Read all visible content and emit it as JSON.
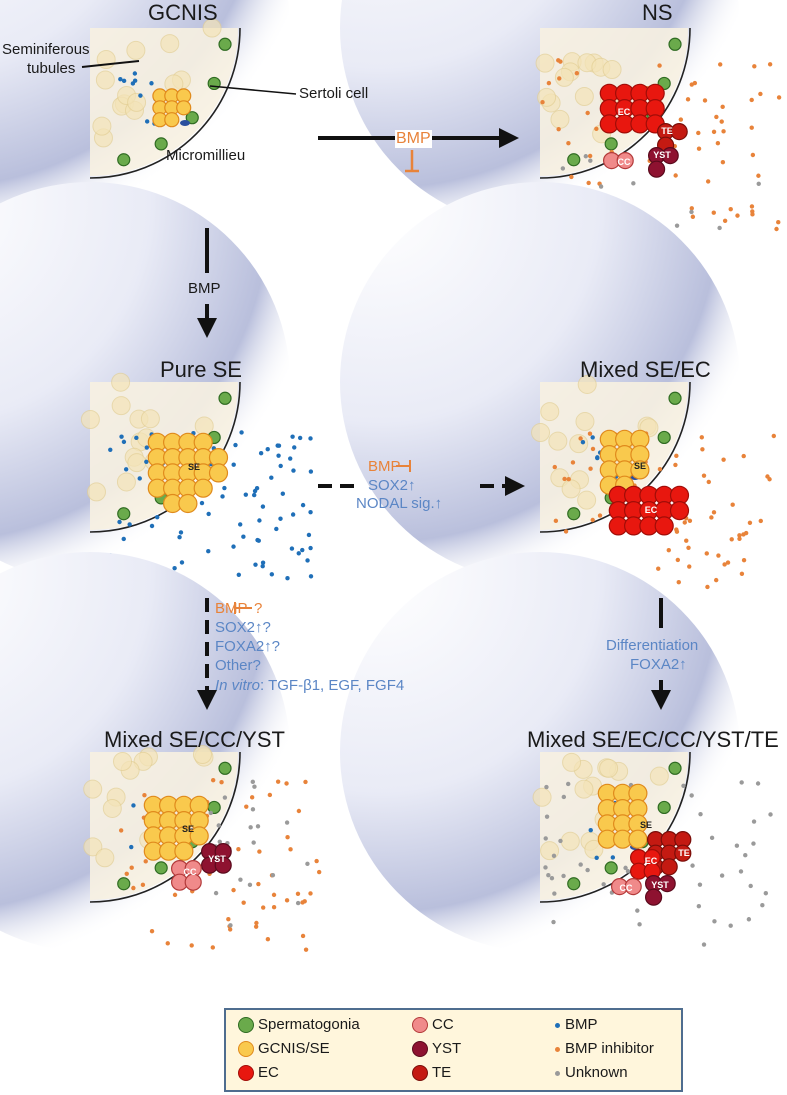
{
  "panels": {
    "gcnis": {
      "title": "GCNIS",
      "seminiferous": "Seminiferous",
      "tubules": "tubules",
      "sertoli": "Sertoli cell",
      "micromilieu": "Micromillieu"
    },
    "ns": {
      "title": "NS",
      "ec": "EC",
      "te": "TE",
      "cc": "CC",
      "yst": "YST"
    },
    "pure_se": {
      "title": "Pure SE",
      "se": "SE"
    },
    "mixed_se_ec": {
      "title": "Mixed SE/EC",
      "se": "SE",
      "ec": "EC"
    },
    "mixed_se_cc_yst": {
      "title": "Mixed SE/CC/YST",
      "se": "SE",
      "yst": "YST",
      "cc": "CC"
    },
    "mixed_all": {
      "title": "Mixed SE/EC/CC/YST/TE",
      "se": "SE",
      "ec": "EC",
      "te": "TE",
      "yst": "YST",
      "cc": "CC"
    }
  },
  "arrows": {
    "top": {
      "label": "BMP"
    },
    "down_left": {
      "label": "BMP"
    },
    "middle": {
      "line1": "BMP",
      "line2": "SOX2↑",
      "line3": "NODAL sig.↑"
    },
    "left_lower": {
      "line1": "BMP",
      "line1_q": "?",
      "line2": "SOX2↑?",
      "line3": "FOXA2↑?",
      "line4": "Other?",
      "line5_italic": "In vitro",
      "line5_rest": ": TGF-β1, EGF, FGF4"
    },
    "right_lower": {
      "line1": "Differentiation",
      "line2": "FOXA2↑"
    }
  },
  "legend": {
    "items": [
      {
        "label": "Spermatogonia",
        "color": "#6aaa4b",
        "border": "#2f6b22",
        "kind": "cell"
      },
      {
        "label": "GCNIS/SE",
        "color": "#f9c94d",
        "border": "#e08a1c",
        "kind": "cell"
      },
      {
        "label": "EC",
        "color": "#e8170f",
        "border": "#a10d08",
        "kind": "cell"
      },
      {
        "label": "CC",
        "color": "#f08a8a",
        "border": "#b33a3a",
        "kind": "cell"
      },
      {
        "label": "YST",
        "color": "#8e1230",
        "border": "#5a0a1c",
        "kind": "cell"
      },
      {
        "label": "TE",
        "color": "#c41a12",
        "border": "#7a0e09",
        "kind": "cell"
      },
      {
        "label": "BMP",
        "color": "#1f6fb8",
        "kind": "dot"
      },
      {
        "label": "BMP inhibitor",
        "color": "#e8833a",
        "kind": "dot"
      },
      {
        "label": "Unknown",
        "color": "#9a9a9a",
        "kind": "dot"
      }
    ]
  }
}
